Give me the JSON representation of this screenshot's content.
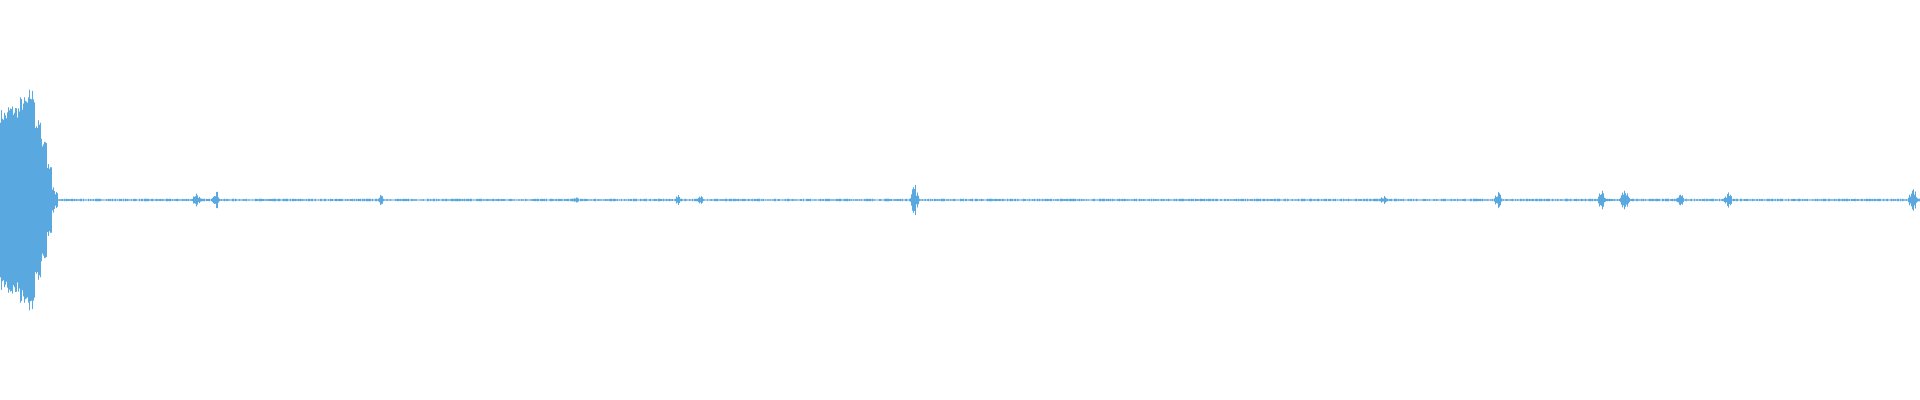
{
  "waveform": {
    "color": "#5aa8e0",
    "background": "#ffffff",
    "peak_range": [
      -1,
      1
    ],
    "baseline_amplitude": 0.008,
    "segments": [
      {
        "start": 0.0,
        "end": 0.004,
        "amplitude": 0.7
      },
      {
        "start": 0.004,
        "end": 0.01,
        "amplitude": 0.74
      },
      {
        "start": 0.01,
        "end": 0.015,
        "amplitude": 0.8
      },
      {
        "start": 0.015,
        "end": 0.018,
        "amplitude": 0.86
      },
      {
        "start": 0.018,
        "end": 0.021,
        "amplitude": 0.62
      },
      {
        "start": 0.021,
        "end": 0.024,
        "amplitude": 0.48
      },
      {
        "start": 0.024,
        "end": 0.027,
        "amplitude": 0.28
      },
      {
        "start": 0.027,
        "end": 0.03,
        "amplitude": 0.08
      }
    ],
    "bursts": [
      {
        "position": 0.102,
        "amplitude": 0.05
      },
      {
        "position": 0.112,
        "amplitude": 0.07
      },
      {
        "position": 0.198,
        "amplitude": 0.03
      },
      {
        "position": 0.3,
        "amplitude": 0.02
      },
      {
        "position": 0.353,
        "amplitude": 0.03
      },
      {
        "position": 0.365,
        "amplitude": 0.03
      },
      {
        "position": 0.476,
        "amplitude": 0.11
      },
      {
        "position": 0.72,
        "amplitude": 0.03
      },
      {
        "position": 0.78,
        "amplitude": 0.05
      },
      {
        "position": 0.834,
        "amplitude": 0.06
      },
      {
        "position": 0.846,
        "amplitude": 0.08
      },
      {
        "position": 0.875,
        "amplitude": 0.04
      },
      {
        "position": 0.9,
        "amplitude": 0.05
      },
      {
        "position": 0.996,
        "amplitude": 0.1
      }
    ]
  }
}
